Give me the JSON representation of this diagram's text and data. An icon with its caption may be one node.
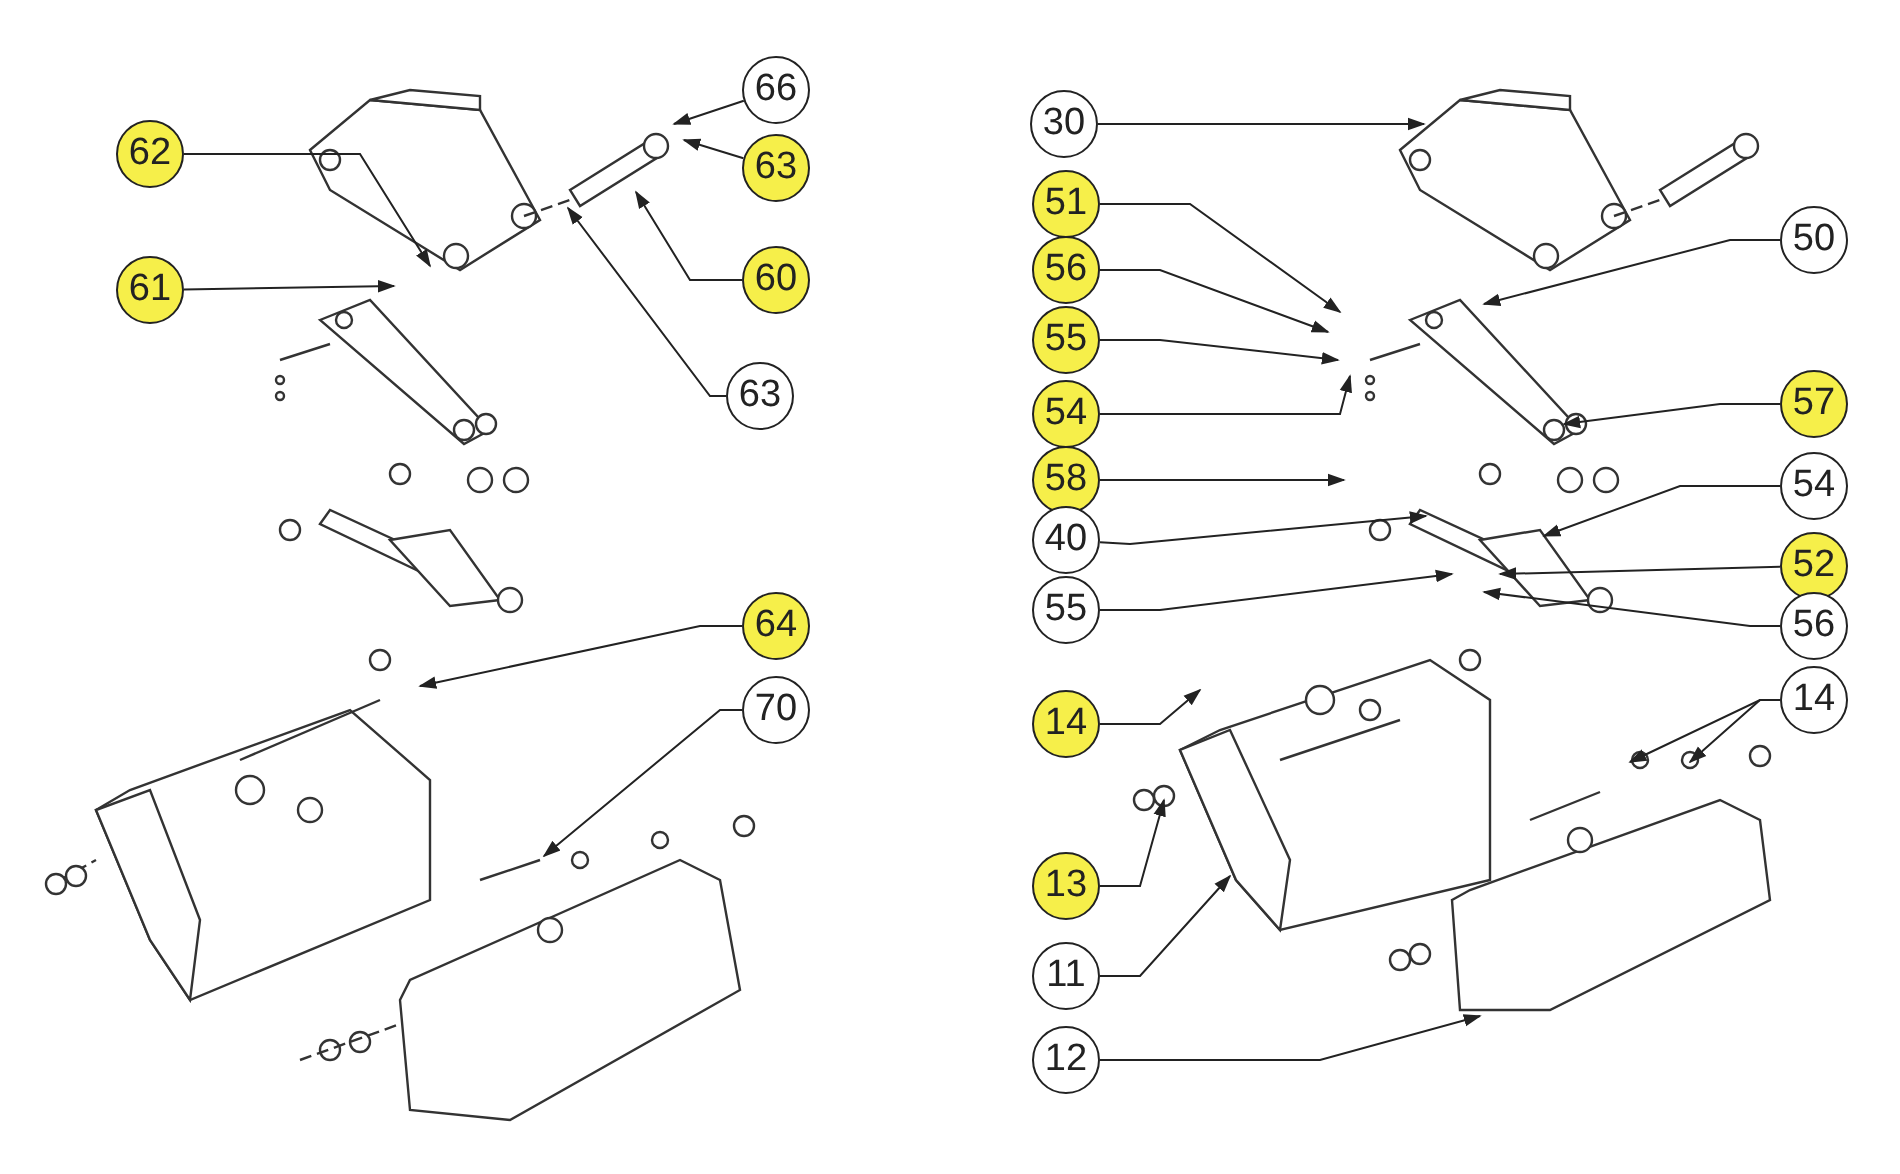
{
  "diagram": {
    "nodes": [
      {
        "text": [
          "62"
        ]
      },
      {
        "text": [
          "61"
        ]
      },
      {
        "text": [
          "66"
        ]
      },
      {
        "text": [
          "63"
        ]
      },
      {
        "text": [
          "60"
        ]
      },
      {
        "text": [
          "63"
        ]
      },
      {
        "text": [
          "64"
        ]
      },
      {
        "text": [
          "70"
        ]
      },
      {
        "text": [
          "30"
        ]
      },
      {
        "text": [
          "51"
        ]
      },
      {
        "text": [
          "56"
        ]
      },
      {
        "text": [
          "55"
        ]
      },
      {
        "text": [
          "54"
        ]
      },
      {
        "text": [
          "50"
        ]
      },
      {
        "text": [
          "57"
        ]
      },
      {
        "text": [
          "58"
        ]
      },
      {
        "text": [
          "40"
        ]
      },
      {
        "text": [
          "54"
        ]
      },
      {
        "text": [
          "52"
        ]
      },
      {
        "text": [
          "55"
        ]
      },
      {
        "text": [
          "56"
        ]
      },
      {
        "text": [
          "14"
        ]
      },
      {
        "text": [
          "14"
        ]
      },
      {
        "text": [
          "13"
        ]
      },
      {
        "text": [
          "11"
        ]
      },
      {
        "text": [
          "12"
        ]
      }
    ],
    "edges": [
      {
        "from": 0,
        "to": null,
        "arrow": "to"
      },
      {
        "from": 1,
        "to": null,
        "arrow": "to"
      },
      {
        "from": 2,
        "to": null,
        "arrow": "to"
      },
      {
        "from": 3,
        "to": null,
        "arrow": "to"
      },
      {
        "from": 4,
        "to": null,
        "arrow": "to"
      },
      {
        "from": 5,
        "to": null,
        "arrow": "to"
      },
      {
        "from": 6,
        "to": null,
        "arrow": "to"
      },
      {
        "from": 7,
        "to": null,
        "arrow": "to"
      },
      {
        "from": 8,
        "to": null,
        "arrow": "to"
      },
      {
        "from": 9,
        "to": null,
        "arrow": "to"
      },
      {
        "from": 10,
        "to": null,
        "arrow": "to"
      },
      {
        "from": 11,
        "to": null,
        "arrow": "to"
      },
      {
        "from": 12,
        "to": null,
        "arrow": "to"
      },
      {
        "from": 13,
        "to": null,
        "arrow": "to"
      },
      {
        "from": 14,
        "to": null,
        "arrow": "to"
      },
      {
        "from": 15,
        "to": null,
        "arrow": "to"
      },
      {
        "from": 16,
        "to": null,
        "arrow": "to"
      },
      {
        "from": 17,
        "to": null,
        "arrow": "to"
      },
      {
        "from": 18,
        "to": null,
        "arrow": "to"
      },
      {
        "from": 19,
        "to": null,
        "arrow": "to"
      },
      {
        "from": 20,
        "to": null,
        "arrow": "to"
      },
      {
        "from": 21,
        "to": null,
        "arrow": "to"
      },
      {
        "from": 22,
        "to": null,
        "arrow": "to"
      },
      {
        "from": 22,
        "to": null,
        "arrow": "to"
      },
      {
        "from": 23,
        "to": null,
        "arrow": "to"
      },
      {
        "from": 24,
        "to": null,
        "arrow": "to"
      },
      {
        "from": 25,
        "to": null,
        "arrow": "to"
      }
    ]
  }
}
